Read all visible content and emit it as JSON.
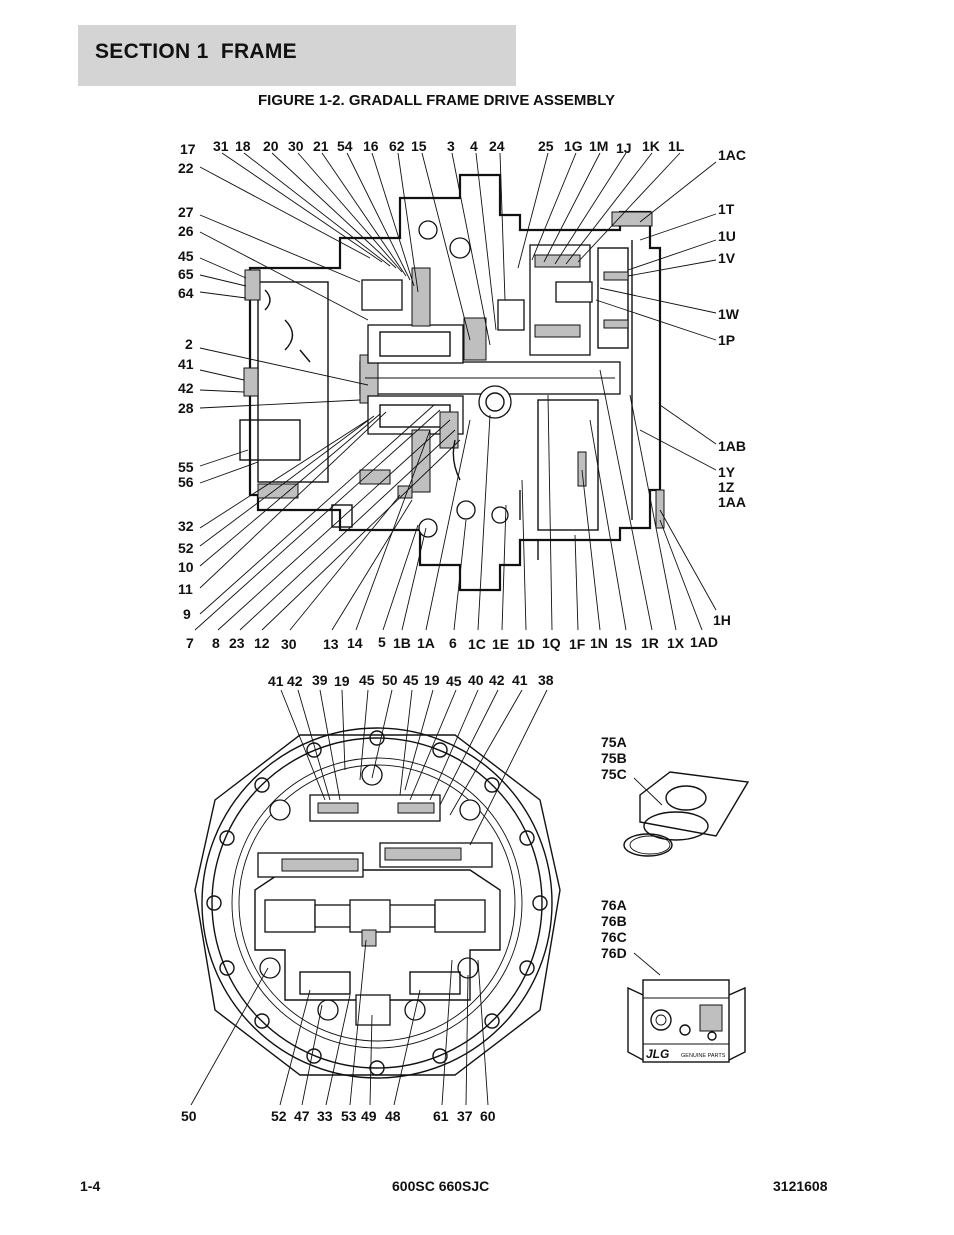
{
  "section": {
    "title": "SECTION 1  FRAME"
  },
  "figure": {
    "title": "FIGURE 1-2. GRADALL FRAME DRIVE ASSEMBLY"
  },
  "callouts": {
    "top": [
      "17",
      "22",
      "31",
      "18",
      "20",
      "30",
      "21",
      "54",
      "16",
      "62",
      "15",
      "3",
      "4",
      "24",
      "25",
      "1G",
      "1M",
      "1J",
      "1K",
      "1L",
      "1AC",
      "27",
      "26",
      "45",
      "65",
      "64",
      "1T",
      "1U",
      "1V",
      "1W",
      "1P",
      "2",
      "41",
      "42",
      "28",
      "1AB",
      "55",
      "56",
      "1Y",
      "1Z",
      "1AA",
      "32",
      "52",
      "10",
      "11",
      "9",
      "1H",
      "7",
      "8",
      "23",
      "12",
      "30",
      "13",
      "14",
      "5",
      "1B",
      "1A",
      "6",
      "1C",
      "1E",
      "1D",
      "1Q",
      "1F",
      "1N",
      "1S",
      "1R",
      "1X",
      "1AD"
    ],
    "bottom": [
      "41",
      "42",
      "39",
      "19",
      "45",
      "50",
      "45",
      "19",
      "45",
      "40",
      "42",
      "41",
      "38",
      "50",
      "52",
      "47",
      "33",
      "53",
      "49",
      "48",
      "61",
      "37",
      "60"
    ],
    "kits": [
      "75A",
      "75B",
      "75C",
      "76A",
      "76B",
      "76C",
      "76D"
    ]
  },
  "kit_box": {
    "brand": "JLG",
    "tag": "GENUINE PARTS"
  },
  "footer": {
    "page": "1-4",
    "model": "600SC 660SJC",
    "doc_number": "3121608"
  }
}
